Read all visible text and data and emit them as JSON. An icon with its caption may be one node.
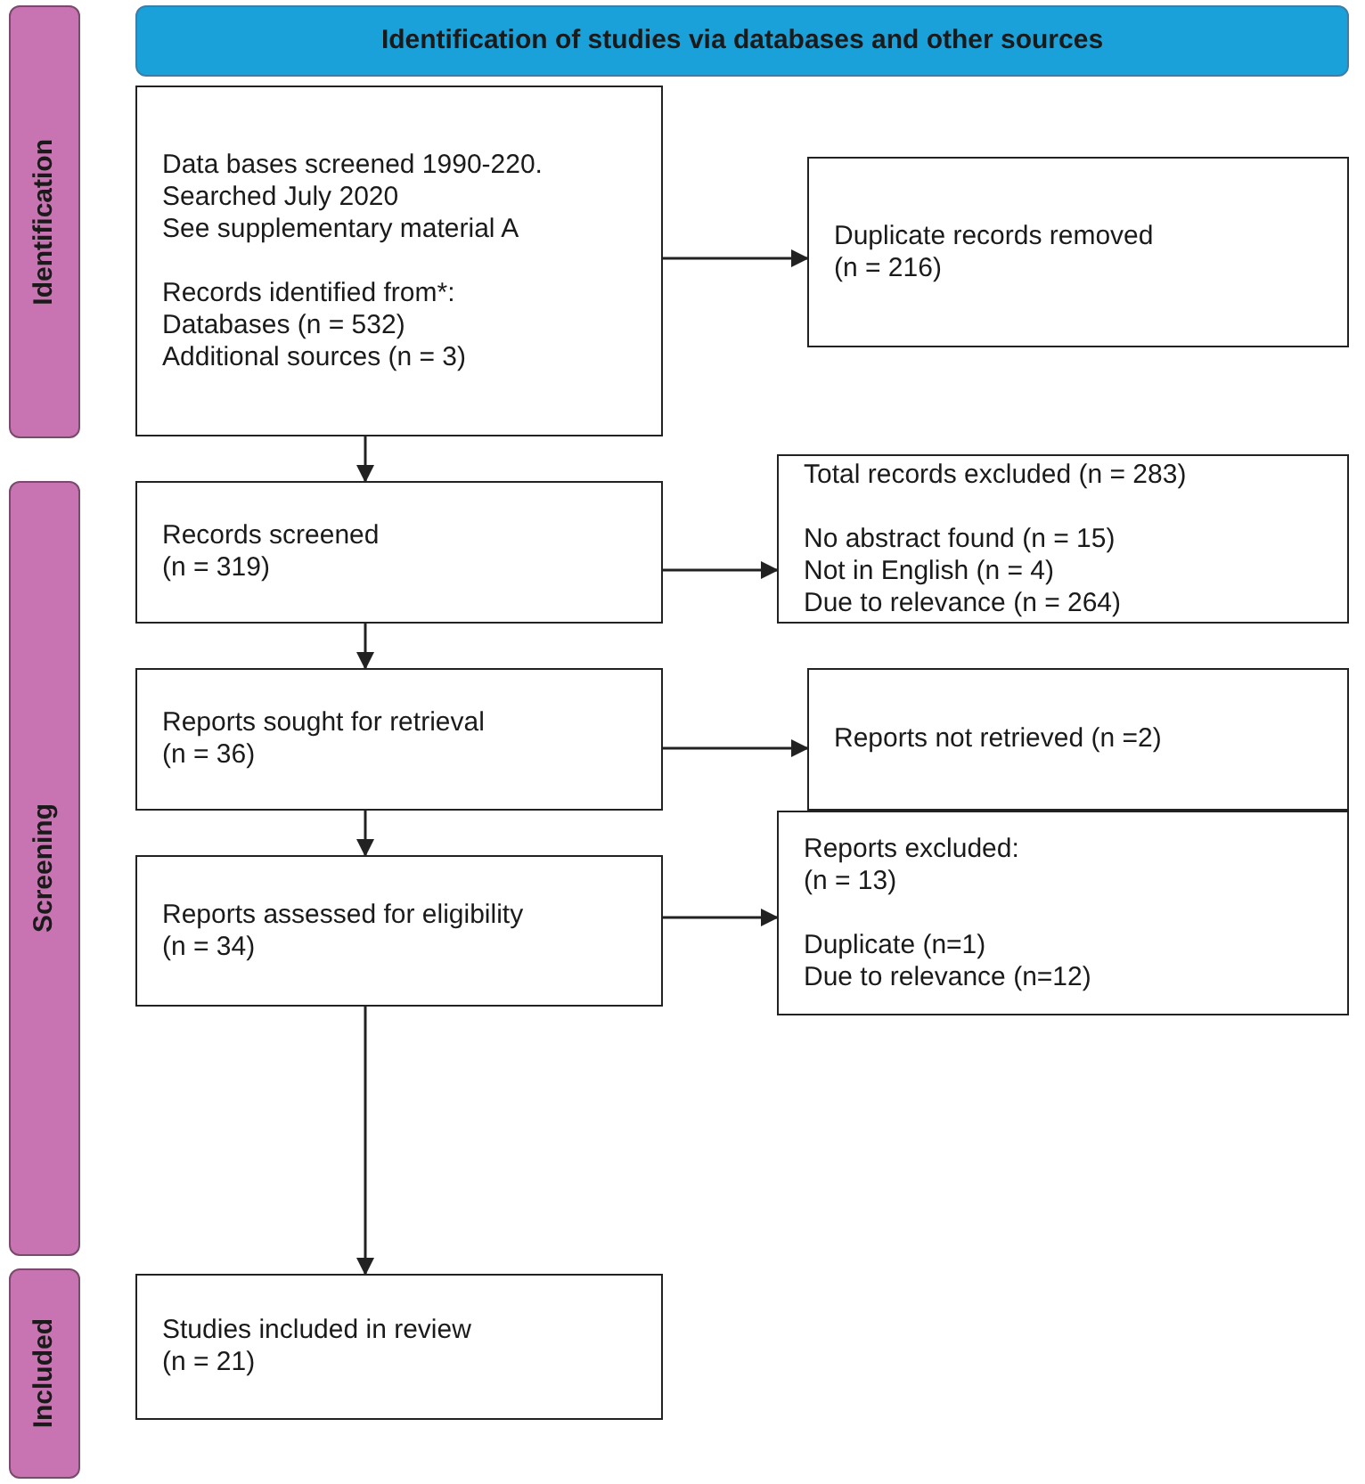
{
  "diagram": {
    "title": "Identification of studies via databases and other sources",
    "nodes": [
      {
        "text": [
          "Identification"
        ]
      },
      {
        "text": [
          "Screening"
        ]
      },
      {
        "text": [
          "Included"
        ]
      },
      {
        "text": [
          "Data bases screened 1990-220.",
          "Searched July 2020",
          "See supplementary material A",
          "Records identified from*:",
          "Databases (n = 532)",
          "Additional sources (n = 3)"
        ]
      },
      {
        "text": [
          "Duplicate records removed",
          "(n = 216)"
        ]
      },
      {
        "text": [
          "Records screened",
          "(n = 319)"
        ]
      },
      {
        "text": [
          "Total records excluded (n = 283)",
          "No abstract found (n = 15)",
          "Not in English (n = 4)",
          "Due to relevance (n = 264)"
        ]
      },
      {
        "text": [
          "Reports sought for retrieval",
          "(n = 36)"
        ]
      },
      {
        "text": [
          "Reports not retrieved (n =2)"
        ]
      },
      {
        "text": [
          "Reports assessed for eligibility",
          "(n = 34)"
        ]
      },
      {
        "text": [
          "Reports excluded:",
          "(n = 13)",
          "Duplicate (n=1)",
          "Due to relevance (n=12)"
        ]
      },
      {
        "text": [
          "Studies included in review",
          "(n = 21)"
        ]
      }
    ],
    "edges": [
      {
        "from": 3,
        "to": 4,
        "arrow": "to"
      },
      {
        "from": 3,
        "to": 5,
        "arrow": "to"
      },
      {
        "from": 5,
        "to": 6,
        "arrow": "to"
      },
      {
        "from": 5,
        "to": 7,
        "arrow": "to"
      },
      {
        "from": 7,
        "to": 8,
        "arrow": "to"
      },
      {
        "from": 7,
        "to": 9,
        "arrow": "to"
      },
      {
        "from": 9,
        "to": 10,
        "arrow": "to"
      },
      {
        "from": 9,
        "to": 11,
        "arrow": "to"
      }
    ]
  }
}
